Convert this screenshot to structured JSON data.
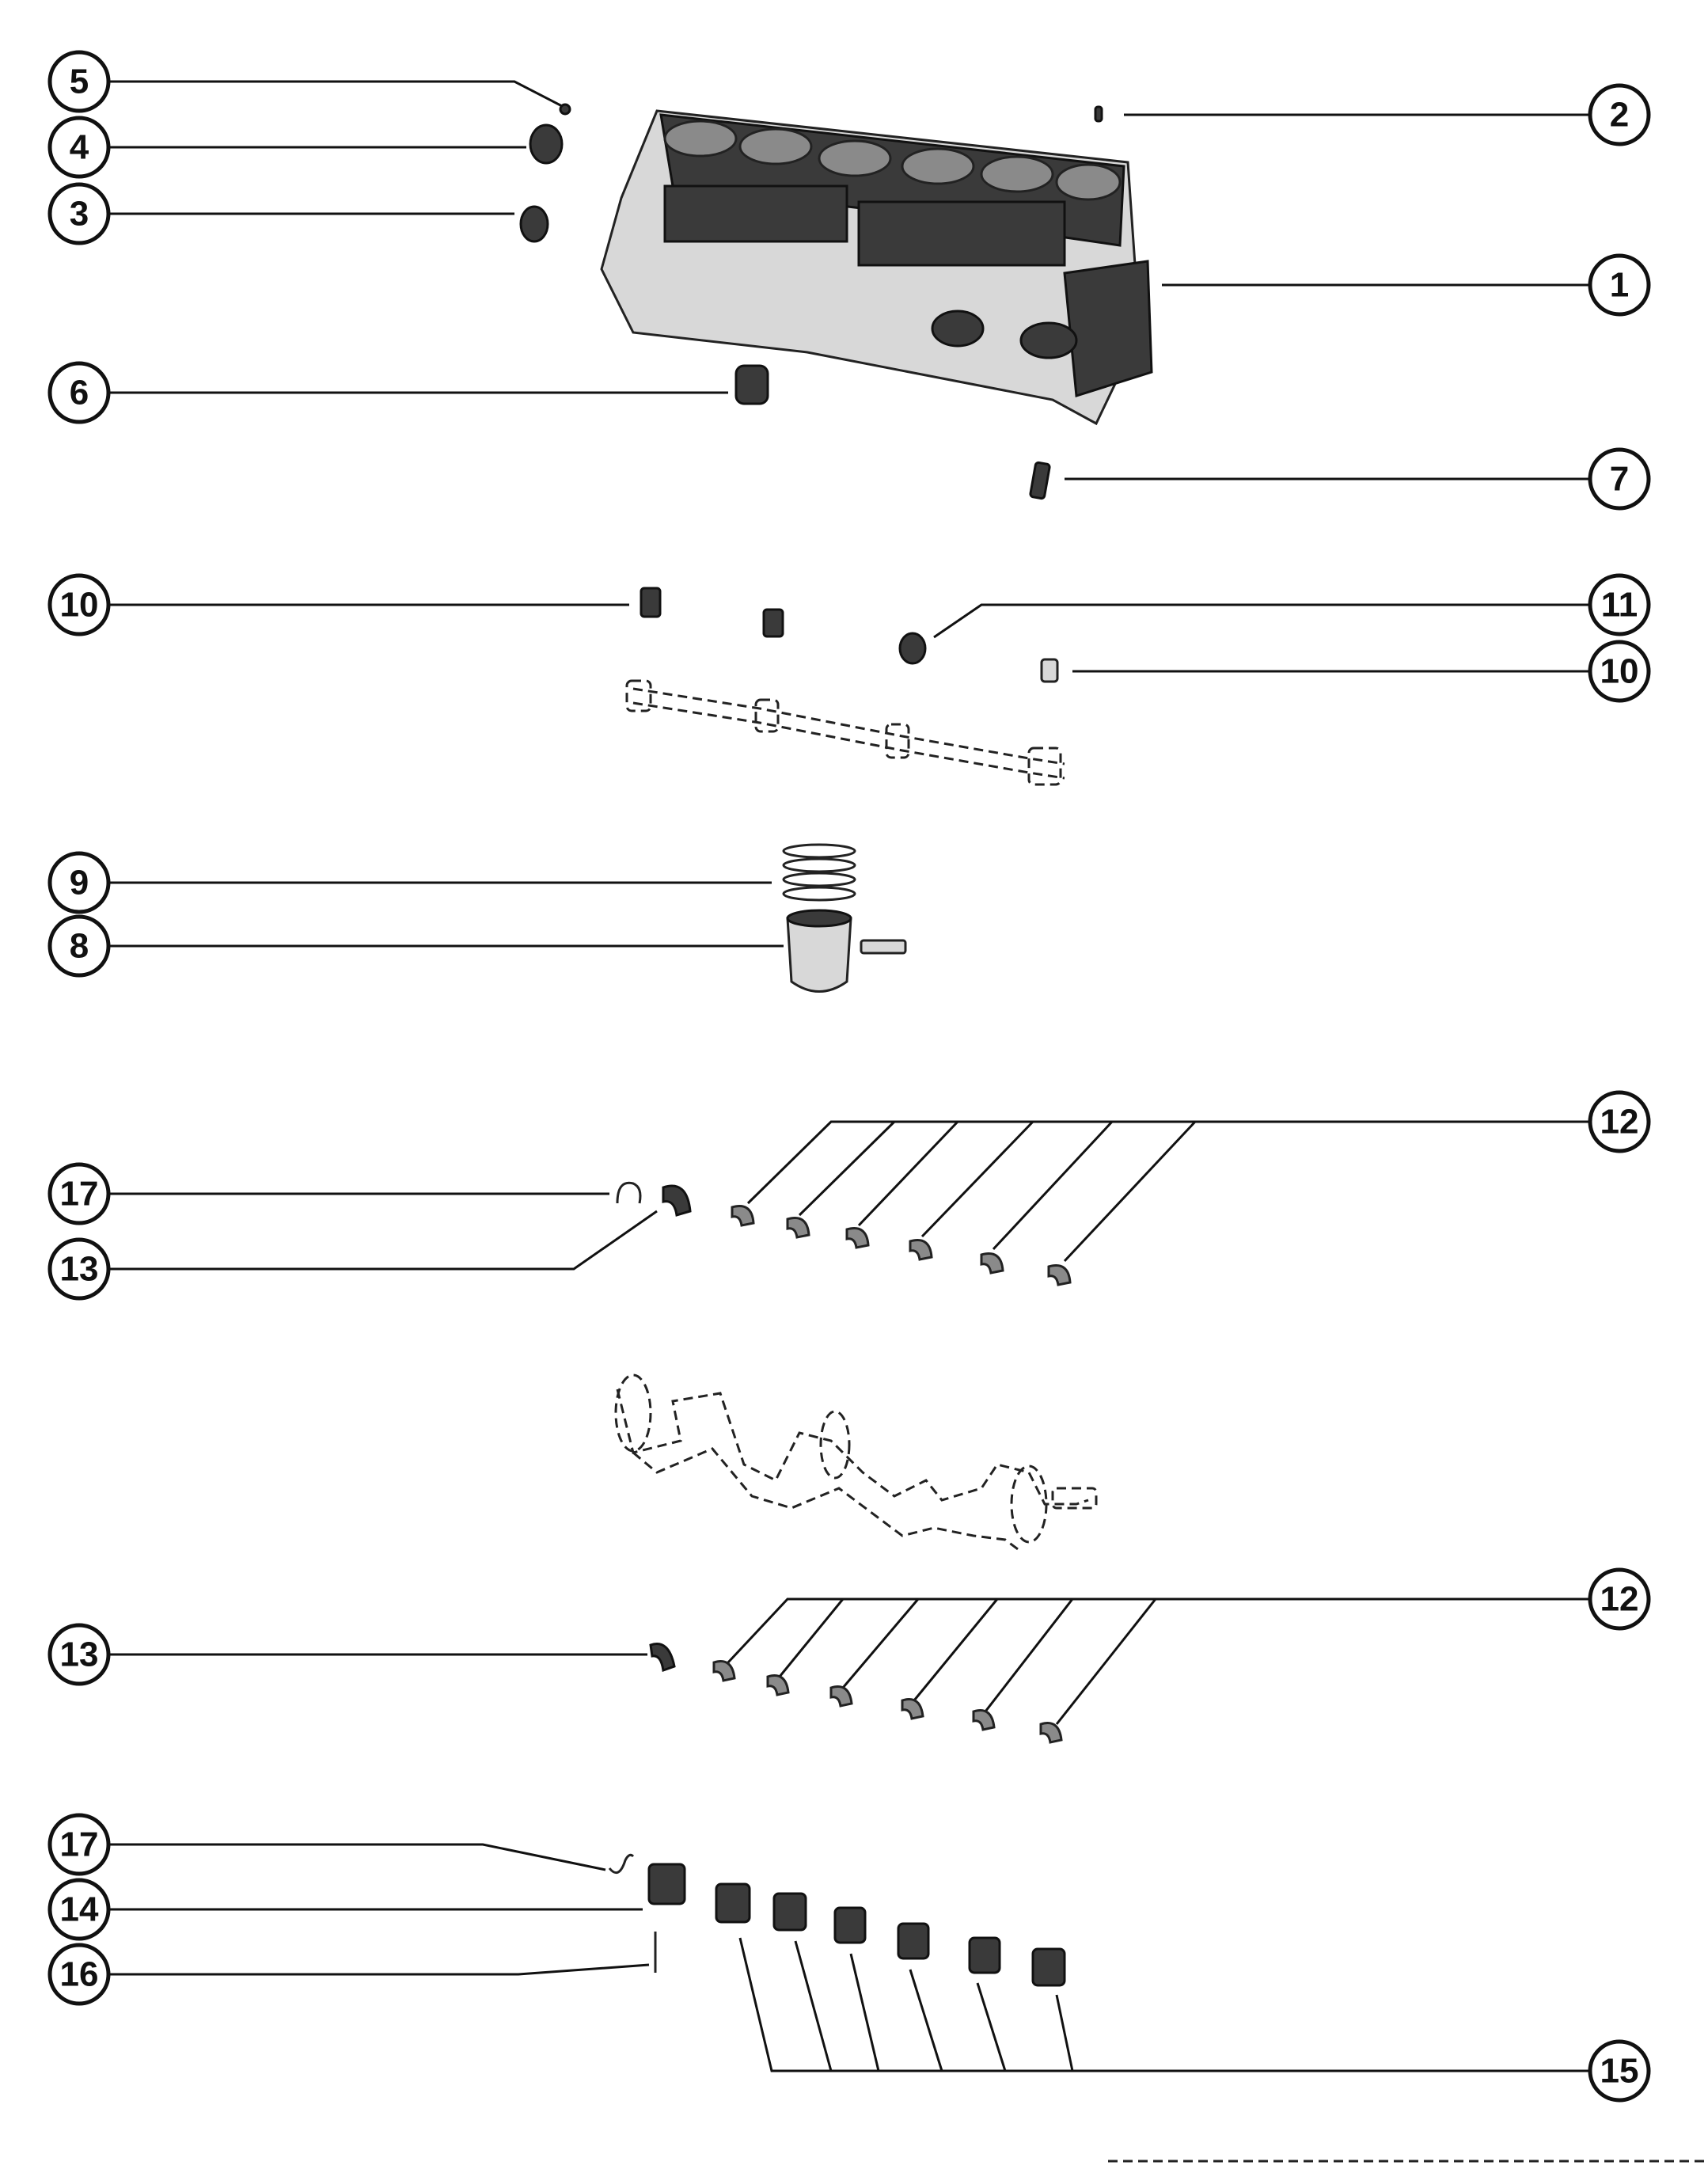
{
  "figure": {
    "callouts": [
      {
        "id": "c5",
        "label": "5",
        "part": "pipe-plug"
      },
      {
        "id": "c4",
        "label": "4",
        "part": "expansion-plug-large"
      },
      {
        "id": "c3",
        "label": "3",
        "part": "expansion-plug"
      },
      {
        "id": "c2",
        "label": "2",
        "part": "dowel-pin"
      },
      {
        "id": "c1",
        "label": "1",
        "part": "cylinder-block"
      },
      {
        "id": "c6",
        "label": "6",
        "part": "fitting"
      },
      {
        "id": "c7",
        "label": "7",
        "part": "stud"
      },
      {
        "id": "c10a",
        "label": "10",
        "part": "camshaft-bearing"
      },
      {
        "id": "c11",
        "label": "11",
        "part": "camshaft-bearing"
      },
      {
        "id": "c10b",
        "label": "10",
        "part": "camshaft-bearing"
      },
      {
        "id": "c9",
        "label": "9",
        "part": "piston-rings"
      },
      {
        "id": "c8",
        "label": "8",
        "part": "piston"
      },
      {
        "id": "c12a",
        "label": "12",
        "part": "main-bearing-upper"
      },
      {
        "id": "c17a",
        "label": "17",
        "part": "clip"
      },
      {
        "id": "c13a",
        "label": "13",
        "part": "thrust-bearing-upper"
      },
      {
        "id": "c12b",
        "label": "12",
        "part": "main-bearing-lower"
      },
      {
        "id": "c13b",
        "label": "13",
        "part": "thrust-bearing-lower"
      },
      {
        "id": "c17b",
        "label": "17",
        "part": "clip"
      },
      {
        "id": "c14",
        "label": "14",
        "part": "main-bearing-cap"
      },
      {
        "id": "c16",
        "label": "16",
        "part": "bolt"
      },
      {
        "id": "c15",
        "label": "15",
        "part": "main-bearing-caps"
      }
    ]
  }
}
